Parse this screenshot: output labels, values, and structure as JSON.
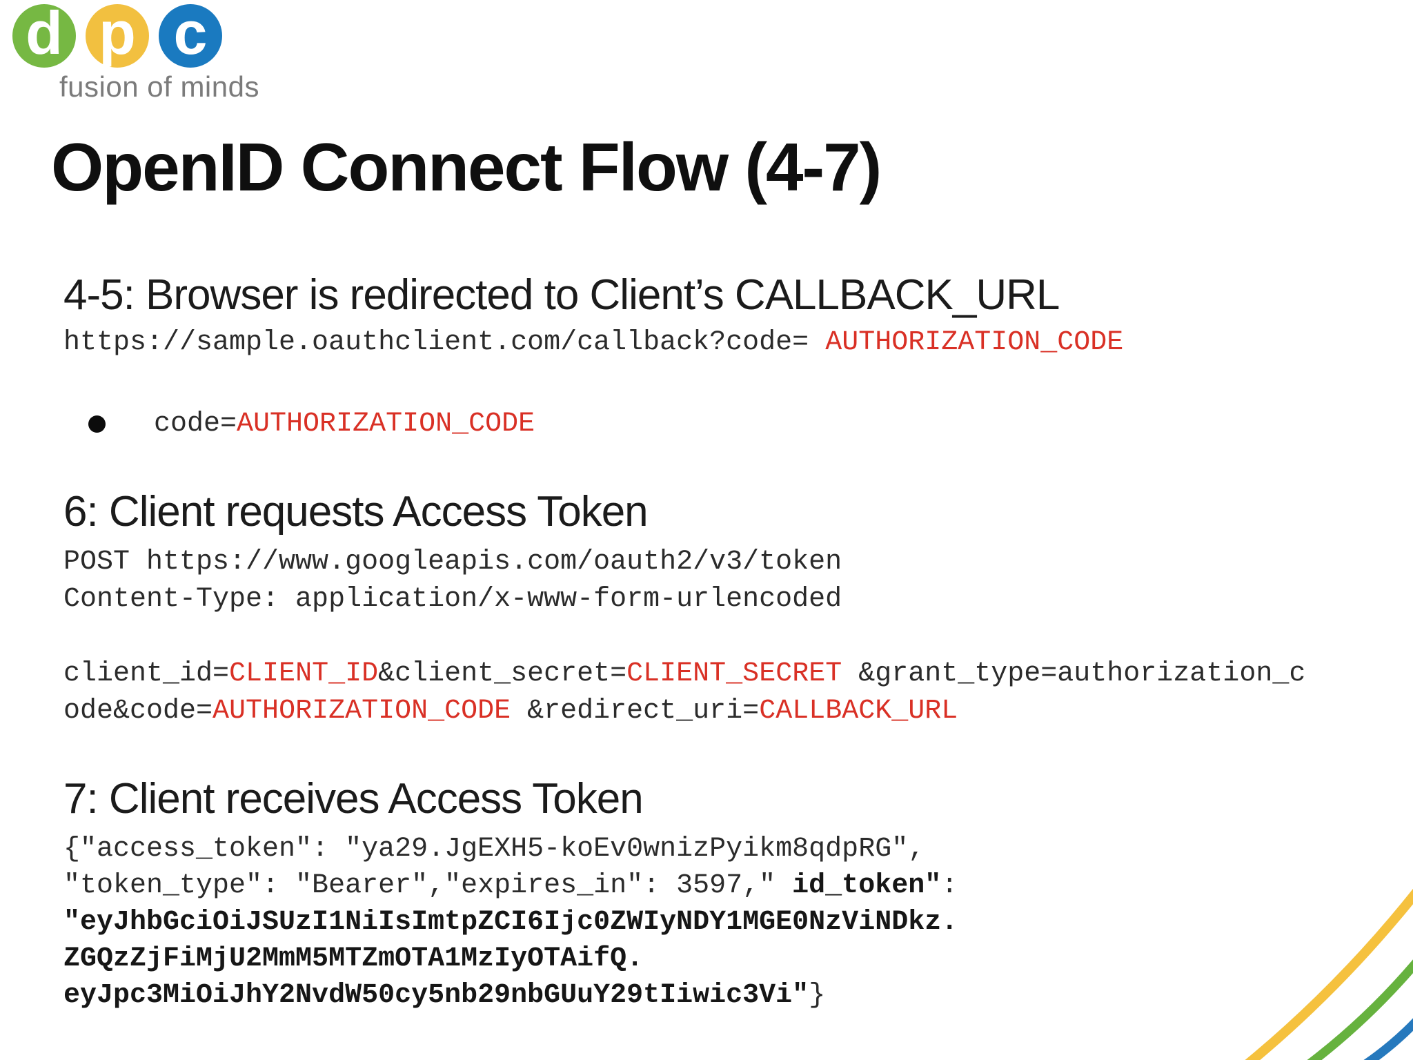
{
  "logo": {
    "circles": [
      {
        "letter": "d",
        "color": "#76b843"
      },
      {
        "letter": "p",
        "color": "#f2c040"
      },
      {
        "letter": "c",
        "color": "#1a7ac0"
      }
    ],
    "tagline": "fusion of minds"
  },
  "title": "OpenID Connect Flow (4-7)",
  "section_45": {
    "heading": "4-5: Browser is redirected to Client’s CALLBACK_URL",
    "url_prefix": "https://sample.oauthclient.com/callback?code= ",
    "url_param": "AUTHORIZATION_CODE",
    "bullet_prefix": "code=",
    "bullet_param": "AUTHORIZATION_CODE"
  },
  "section_6": {
    "heading": "6: Client requests Access Token",
    "request_line": "POST https://www.googleapis.com/oauth2/v3/token",
    "content_type_line": "Content-Type: application/x-www-form-urlencoded",
    "body": {
      "p1": "client_id=",
      "p2": "CLIENT_ID",
      "p3": "&client_secret=",
      "p4": "CLIENT_SECRET",
      "p5": " &grant_type=authorization_c",
      "p6": "ode&code=",
      "p7": "AUTHORIZATION_CODE",
      "p8": " &redirect_uri=",
      "p9": "CALLBACK_URL"
    }
  },
  "section_7": {
    "heading": "7: Client receives Access Token",
    "line1": "{\"access_token\": \"ya29.JgEXH5-koEv0wnizPyikm8qdpRG\",",
    "line2_pre": "\"token_type\": \"Bearer\",\"expires_in\": 3597,\" ",
    "line2_bold": "id_token\"",
    "line2_post": ":",
    "line3": "\"eyJhbGciOiJSUzI1NiIsImtpZCI6Ijc0ZWIyNDY1MGE0NzViNDkz.",
    "line4": "ZGQzZjFiMjU2MmM5MTZmOTA1MzIyOTAifQ.",
    "line5_bold": "eyJpc3MiOiJhY2NvdW50cy5nb29nbGUuY29tIiwic3Vi\"",
    "line5_post": "}"
  },
  "colors": {
    "accent_red": "#d93025",
    "logo_green": "#76b843",
    "logo_yellow": "#f2c040",
    "logo_blue": "#1a7ac0",
    "swoosh_yellow": "#f5c13e",
    "swoosh_green": "#66b23e",
    "swoosh_blue": "#2679bd",
    "tagline_gray": "#7b7b7b"
  }
}
